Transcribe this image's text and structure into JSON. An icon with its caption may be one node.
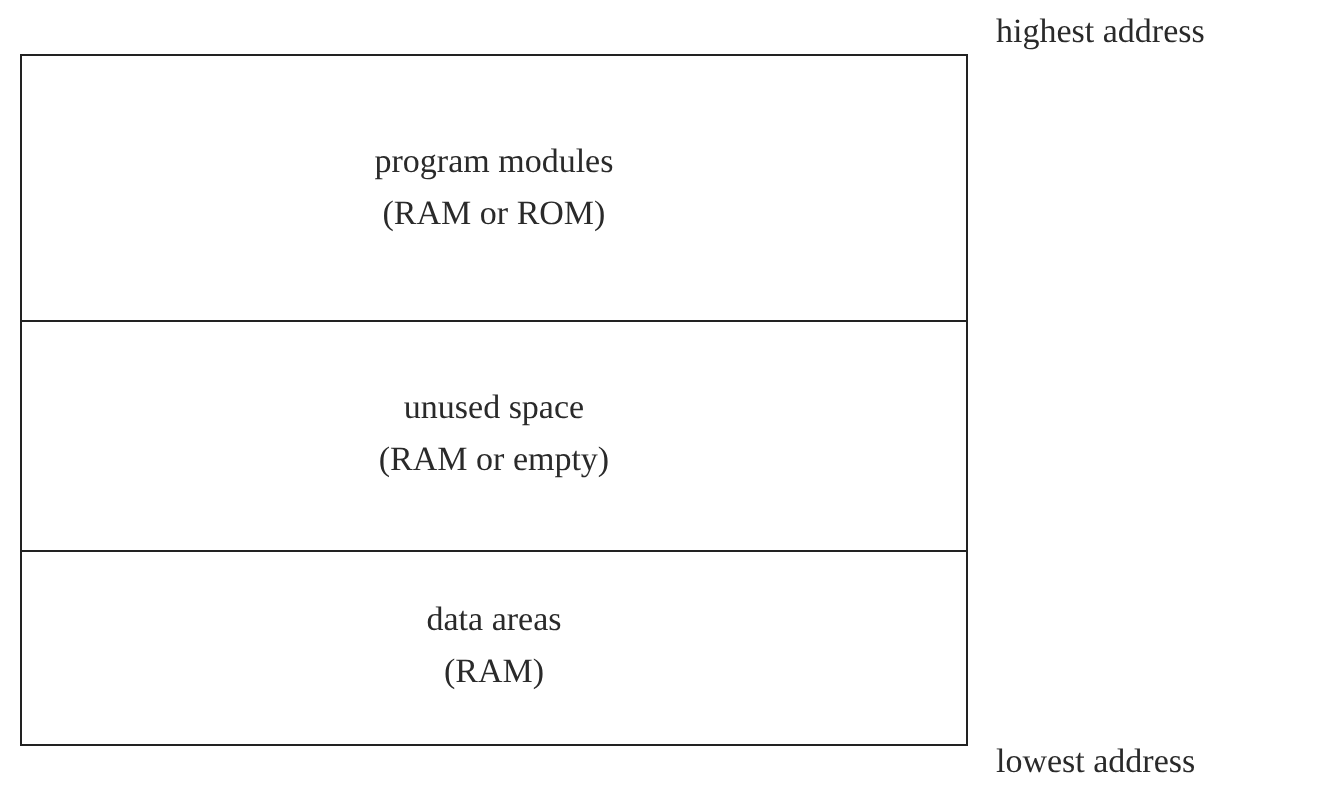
{
  "diagram": {
    "nodes": [
      {
        "text": [
          "program modules",
          "(RAM or ROM)"
        ]
      },
      {
        "text": [
          "unused space",
          "(RAM or empty)"
        ]
      },
      {
        "text": [
          "data areas",
          "(RAM)"
        ]
      }
    ],
    "labels": [
      "highest address",
      "lowest address"
    ]
  }
}
